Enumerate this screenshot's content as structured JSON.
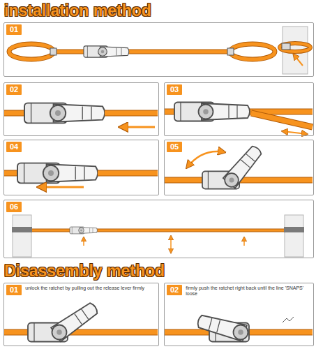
{
  "diagram": {
    "title": "installation method",
    "nodes": [
      {
        "text": [
          "01"
        ]
      },
      {
        "text": [
          "02"
        ]
      },
      {
        "text": [
          "03"
        ]
      },
      {
        "text": [
          "04"
        ]
      },
      {
        "text": [
          "05"
        ]
      },
      {
        "text": [
          "06"
        ]
      },
      {
        "text": [
          "01",
          "unlock the ratchet by pulling out the release lever firmly"
        ]
      },
      {
        "text": [
          "02",
          "firmly push the ratchet right back until the line 'SNAPS' loose"
        ]
      }
    ],
    "labels": [
      "Disassembly method"
    ]
  }
}
